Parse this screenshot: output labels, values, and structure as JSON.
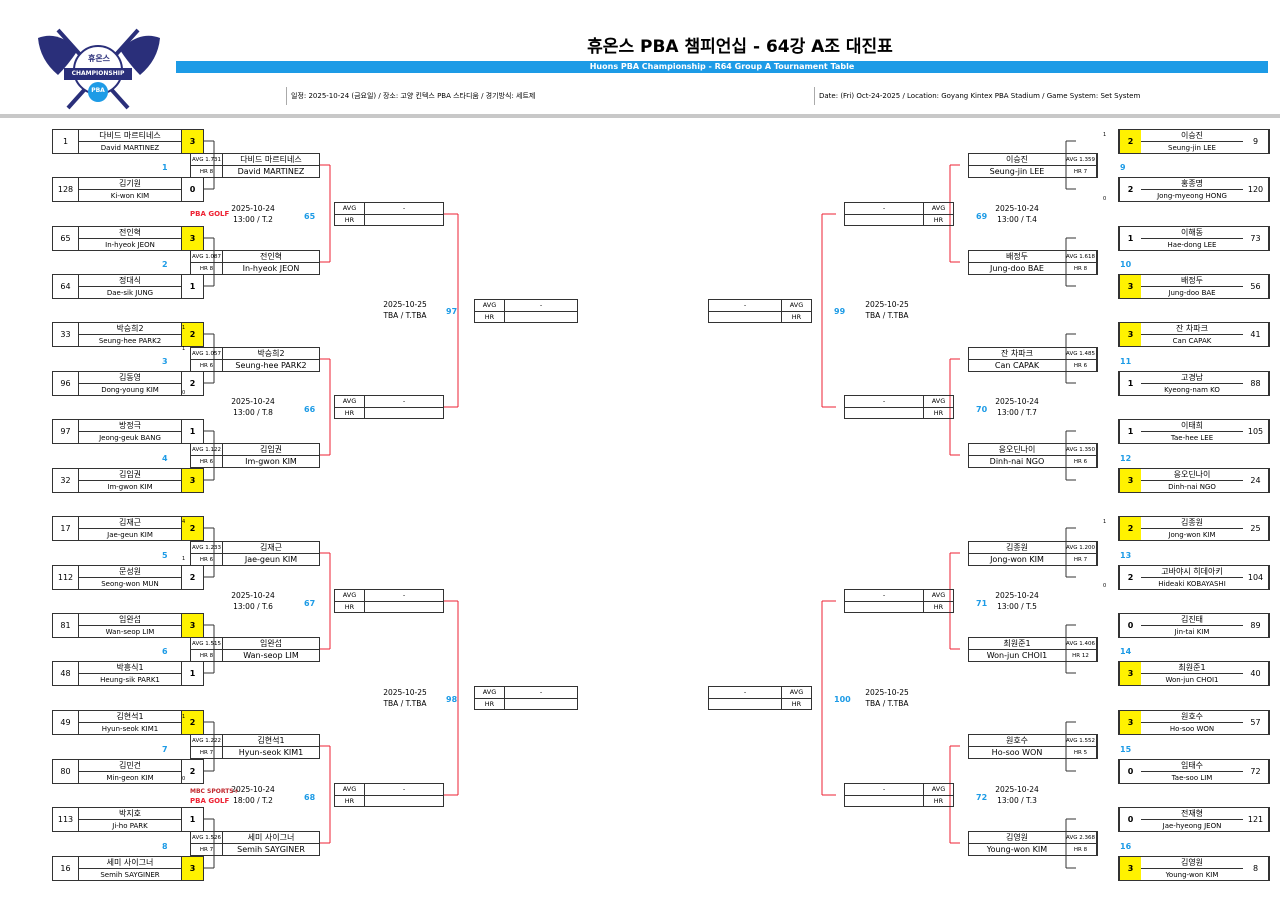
{
  "header": {
    "title": "휴온스 PBA 챔피언십 - 64강 A조 대진표",
    "subtitle": "Huons PBA Championship - R64 Group A Tournament Table",
    "info_ko": "일정: 2025-10-24 (금요일) / 장소: 고양 킨텍스 PBA 스타디움 / 경기방식: 세트제",
    "info_en": "Date: (Fri) Oct-24-2025 / Location: Goyang Kintex PBA Stadium / Game System: Set System",
    "logo_top": "휴온스",
    "logo_mid": "CHAMPIONSHIP",
    "logo_bot": "PBA"
  },
  "labels": {
    "avg": "AVG",
    "hr": "HR",
    "dash": "-"
  },
  "left_seeds": [
    {
      "rank": "1",
      "ko": "다비드 마르티네스",
      "en": "David MARTINEZ",
      "score": "3",
      "win": true
    },
    {
      "rank": "128",
      "ko": "김기원",
      "en": "Ki-won KIM",
      "score": "0",
      "win": false
    },
    {
      "rank": "65",
      "ko": "전인혁",
      "en": "In-hyeok JEON",
      "score": "3",
      "win": true
    },
    {
      "rank": "64",
      "ko": "정대식",
      "en": "Dae-sik JUNG",
      "score": "1",
      "win": false
    },
    {
      "rank": "33",
      "ko": "박승희2",
      "en": "Seung-hee PARK2",
      "score": "2",
      "win": true
    },
    {
      "rank": "96",
      "ko": "김동영",
      "en": "Dong-young KIM",
      "score": "2",
      "win": false
    },
    {
      "rank": "97",
      "ko": "방정극",
      "en": "Jeong-geuk BANG",
      "score": "1",
      "win": false
    },
    {
      "rank": "32",
      "ko": "김임권",
      "en": "Im-gwon KIM",
      "score": "3",
      "win": true
    },
    {
      "rank": "17",
      "ko": "김재근",
      "en": "Jae-geun KIM",
      "score": "2",
      "win": true
    },
    {
      "rank": "112",
      "ko": "문성원",
      "en": "Seong-won MUN",
      "score": "2",
      "win": false
    },
    {
      "rank": "81",
      "ko": "임완섭",
      "en": "Wan-seop LIM",
      "score": "3",
      "win": true
    },
    {
      "rank": "48",
      "ko": "박흥식1",
      "en": "Heung-sik PARK1",
      "score": "1",
      "win": false
    },
    {
      "rank": "49",
      "ko": "김현석1",
      "en": "Hyun-seok KIM1",
      "score": "2",
      "win": true
    },
    {
      "rank": "80",
      "ko": "김민건",
      "en": "Min-geon KIM",
      "score": "2",
      "win": false
    },
    {
      "rank": "113",
      "ko": "박지호",
      "en": "Ji-ho PARK",
      "score": "1",
      "win": false
    },
    {
      "rank": "16",
      "ko": "세미 사이그너",
      "en": "Semih SAYGINER",
      "score": "3",
      "win": true
    }
  ],
  "right_seeds": [
    {
      "rank": "9",
      "ko": "이승진",
      "en": "Seung-jin LEE",
      "score": "2",
      "win": true
    },
    {
      "rank": "120",
      "ko": "홍종명",
      "en": "Jong-myeong HONG",
      "score": "2",
      "win": false
    },
    {
      "rank": "73",
      "ko": "이해동",
      "en": "Hae-dong LEE",
      "score": "1",
      "win": false
    },
    {
      "rank": "56",
      "ko": "배정두",
      "en": "Jung-doo BAE",
      "score": "3",
      "win": true
    },
    {
      "rank": "41",
      "ko": "잔 차파크",
      "en": "Can CAPAK",
      "score": "3",
      "win": true
    },
    {
      "rank": "88",
      "ko": "고경남",
      "en": "Kyeong-nam KO",
      "score": "1",
      "win": false
    },
    {
      "rank": "105",
      "ko": "이태희",
      "en": "Tae-hee LEE",
      "score": "1",
      "win": false
    },
    {
      "rank": "24",
      "ko": "응오딘나이",
      "en": "Dinh-nai NGO",
      "score": "3",
      "win": true
    },
    {
      "rank": "25",
      "ko": "김종원",
      "en": "Jong-won KIM",
      "score": "2",
      "win": true
    },
    {
      "rank": "104",
      "ko": "고바야시 히데아키",
      "en": "Hideaki KOBAYASHI",
      "score": "2",
      "win": false
    },
    {
      "rank": "89",
      "ko": "김진태",
      "en": "Jin-tai KIM",
      "score": "0",
      "win": false
    },
    {
      "rank": "40",
      "ko": "최원준1",
      "en": "Won-jun CHOI1",
      "score": "3",
      "win": true
    },
    {
      "rank": "57",
      "ko": "원호수",
      "en": "Ho-soo WON",
      "score": "3",
      "win": true
    },
    {
      "rank": "72",
      "ko": "임태수",
      "en": "Tae-soo LIM",
      "score": "0",
      "win": false
    },
    {
      "rank": "121",
      "ko": "전재형",
      "en": "Jae-hyeong JEON",
      "score": "0",
      "win": false
    },
    {
      "rank": "8",
      "ko": "김영원",
      "en": "Young-won KIM",
      "score": "3",
      "win": true
    }
  ],
  "tiebreaks": {
    "L2a": "1",
    "L5a": "1",
    "L5b": "0",
    "L9a": "4",
    "L9b": "1",
    "L13a": "1",
    "L13b": "0",
    "R1a": "1",
    "R1b": "0",
    "R9a": "1",
    "R9b": "0"
  },
  "left_match_nums": [
    "1",
    "2",
    "3",
    "4",
    "5",
    "6",
    "7",
    "8"
  ],
  "right_match_nums": [
    "9",
    "10",
    "11",
    "12",
    "13",
    "14",
    "15",
    "16"
  ],
  "left_r2": [
    {
      "avg": "AVG 1.731",
      "hr": "HR 8",
      "ko": "다비드 마르티네스",
      "en": "David MARTINEZ"
    },
    {
      "avg": "AVG 1.087",
      "hr": "HR 8",
      "ko": "전인혁",
      "en": "In-hyeok JEON"
    },
    {
      "avg": "AVG 1.057",
      "hr": "HR 6",
      "ko": "박승희2",
      "en": "Seung-hee PARK2"
    },
    {
      "avg": "AVG 1.122",
      "hr": "HR 6",
      "ko": "김임권",
      "en": "Im-gwon KIM"
    },
    {
      "avg": "AVG 1.233",
      "hr": "HR 6",
      "ko": "김재근",
      "en": "Jae-geun KIM"
    },
    {
      "avg": "AVG 1.515",
      "hr": "HR 8",
      "ko": "임완섭",
      "en": "Wan-seop LIM"
    },
    {
      "avg": "AVG 1.222",
      "hr": "HR 7",
      "ko": "김현석1",
      "en": "Hyun-seok KIM1"
    },
    {
      "avg": "AVG 1.526",
      "hr": "HR 7",
      "ko": "세미 사이그너",
      "en": "Semih SAYGINER"
    }
  ],
  "right_r2": [
    {
      "avg": "AVG 1.359",
      "hr": "HR 7",
      "ko": "이승진",
      "en": "Seung-jin LEE"
    },
    {
      "avg": "AVG 1.618",
      "hr": "HR 8",
      "ko": "배정두",
      "en": "Jung-doo BAE"
    },
    {
      "avg": "AVG 1.485",
      "hr": "HR 6",
      "ko": "잔 차파크",
      "en": "Can CAPAK"
    },
    {
      "avg": "AVG 1.350",
      "hr": "HR 6",
      "ko": "응오딘나이",
      "en": "Dinh-nai NGO"
    },
    {
      "avg": "AVG 1.200",
      "hr": "HR 7",
      "ko": "김종원",
      "en": "Jong-won KIM"
    },
    {
      "avg": "AVG 1.406",
      "hr": "HR 12",
      "ko": "최원준1",
      "en": "Won-jun CHOI1"
    },
    {
      "avg": "AVG 1.552",
      "hr": "HR 5",
      "ko": "원호수",
      "en": "Ho-soo WON"
    },
    {
      "avg": "AVG 2.368",
      "hr": "HR 8",
      "ko": "김영원",
      "en": "Young-won KIM"
    }
  ],
  "games": {
    "g65": {
      "num": "65",
      "date": "2025-10-24",
      "time": "13:00 / T.2"
    },
    "g66": {
      "num": "66",
      "date": "2025-10-24",
      "time": "13:00 / T.8"
    },
    "g67": {
      "num": "67",
      "date": "2025-10-24",
      "time": "13:00 / T.6"
    },
    "g68": {
      "num": "68",
      "date": "2025-10-24",
      "time": "18:00 / T.2"
    },
    "g69": {
      "num": "69",
      "date": "2025-10-24",
      "time": "13:00 / T.4"
    },
    "g70": {
      "num": "70",
      "date": "2025-10-24",
      "time": "13:00 / T.7"
    },
    "g71": {
      "num": "71",
      "date": "2025-10-24",
      "time": "13:00 / T.5"
    },
    "g72": {
      "num": "72",
      "date": "2025-10-24",
      "time": "13:00 / T.3"
    },
    "g97": {
      "num": "97",
      "date": "2025-10-25",
      "time": "TBA / T.TBA"
    },
    "g98": {
      "num": "98",
      "date": "2025-10-25",
      "time": "TBA / T.TBA"
    },
    "g99": {
      "num": "99",
      "date": "2025-10-25",
      "time": "TBA / T.TBA"
    },
    "g100": {
      "num": "100",
      "date": "2025-10-25",
      "time": "TBA / T.TBA"
    }
  },
  "broadcast": {
    "pba_golf": "PBA GOLF",
    "mbc": "MBC SPORTS+"
  }
}
